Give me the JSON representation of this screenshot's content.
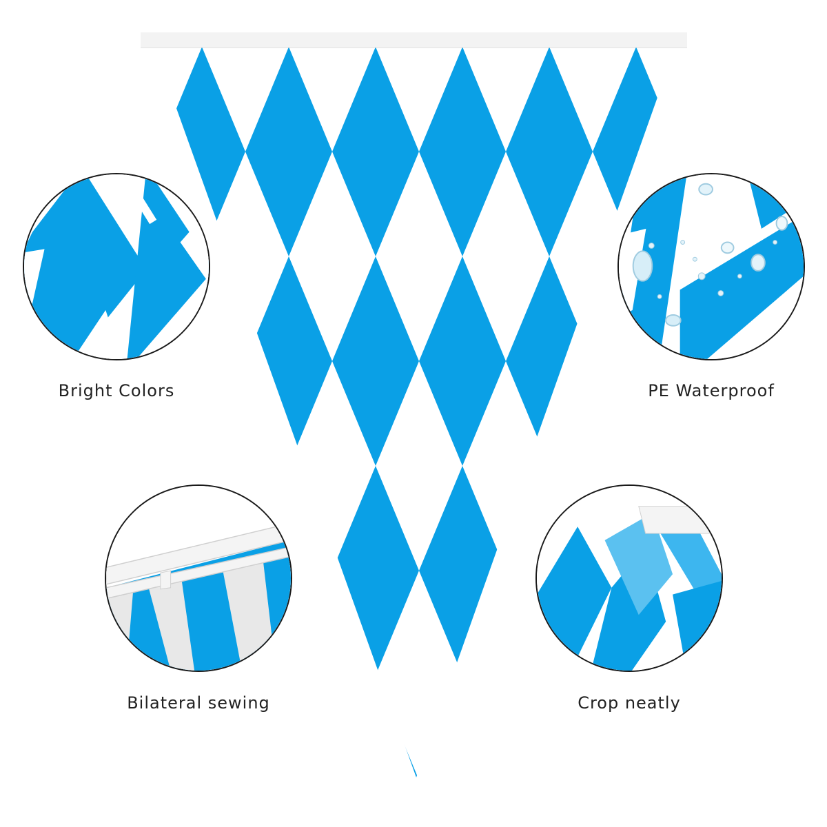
{
  "colors": {
    "blue": "#0aa0e6",
    "white": "#ffffff",
    "rope": "#f2f2f2",
    "outline": "#1a1a1a"
  },
  "features": [
    {
      "icon": "bright-colors-icon",
      "caption": "Bright Colors"
    },
    {
      "icon": "water-droplets-icon",
      "caption": "PE Waterproof"
    },
    {
      "icon": "sewn-seam-icon",
      "caption": "Bilateral sewing"
    },
    {
      "icon": "cut-edge-icon",
      "caption": "Crop neatly"
    }
  ]
}
